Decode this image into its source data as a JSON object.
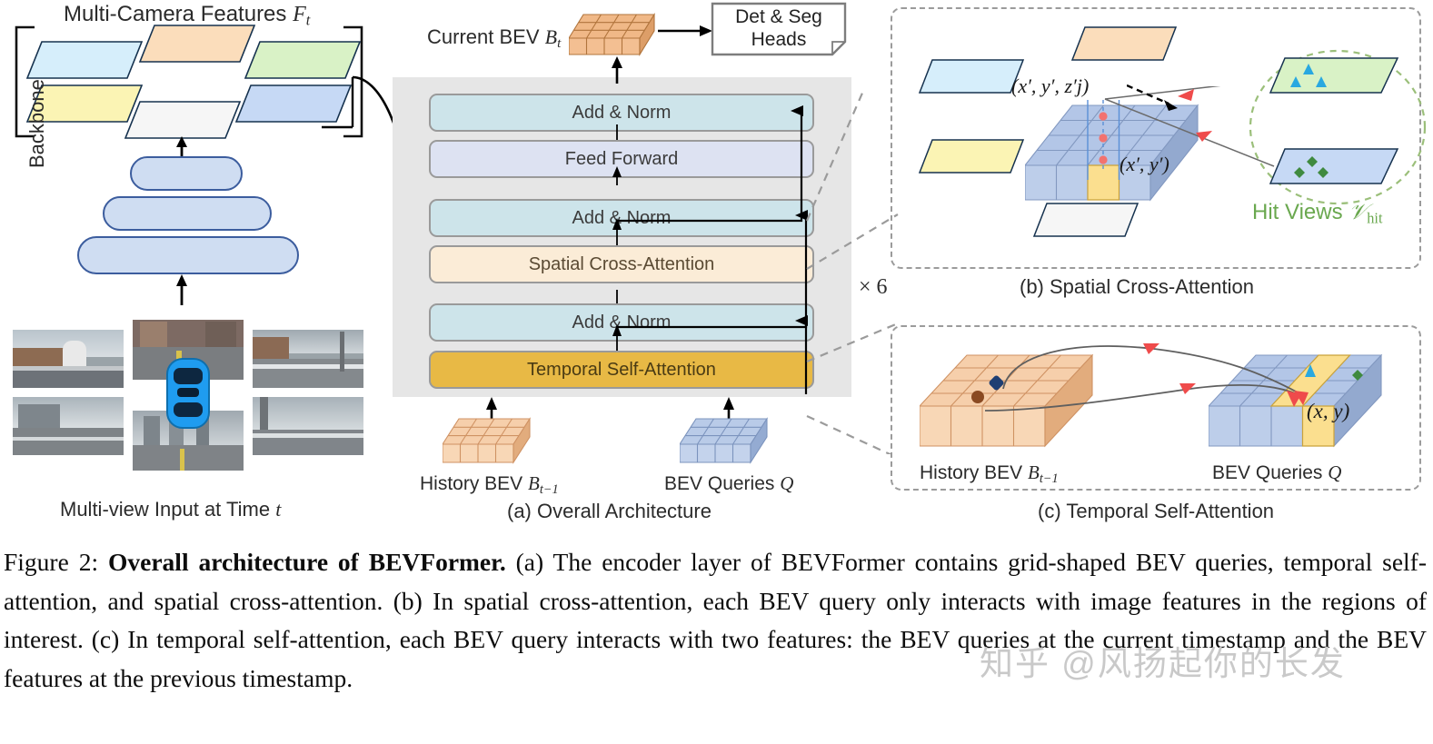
{
  "figure": {
    "number": "Figure 2:",
    "bold_title": "Overall architecture of BEVFormer.",
    "body": "(a) The encoder layer of BEVFormer contains grid-shaped BEV queries, temporal self-attention, and spatial cross-attention. (b) In spatial cross-attention, each BEV query only interacts with image features in the regions of interest. (c) In temporal self-attention, each BEV query interacts with two features: the BEV queries at the current timestamp and the BEV features at the previous timestamp.",
    "watermark": "知乎 @风扬起你的长发"
  },
  "left": {
    "features_title": "Multi-Camera Features",
    "features_symbol": "F",
    "features_symbol_sub": "t",
    "backbone_label": "Backbone",
    "multiview_caption": "Multi-view Input at Time",
    "multiview_caption_symbol": "t",
    "planes": [
      {
        "name": "plane-cyan",
        "fill": "#d6eefb"
      },
      {
        "name": "plane-orange",
        "fill": "#fbddbb"
      },
      {
        "name": "plane-green",
        "fill": "#d9f2c6"
      },
      {
        "name": "plane-yellow",
        "fill": "#fbf4b4"
      },
      {
        "name": "plane-white",
        "fill": "#f6f6f6"
      },
      {
        "name": "plane-blue",
        "fill": "#c6d9f5"
      }
    ]
  },
  "encoder": {
    "panel_caption": "(a) Overall Architecture",
    "repeat_label": "× 6",
    "blocks": [
      {
        "label": "Add & Norm",
        "color": "#cde4ea"
      },
      {
        "label": "Feed Forward",
        "color": "#dde2f2"
      },
      {
        "label": "Add & Norm",
        "color": "#cde4ea"
      },
      {
        "label": "Spatial Cross-Attention",
        "color": "#fbecd7"
      },
      {
        "label": "Add & Norm",
        "color": "#cde4ea"
      },
      {
        "label": "Temporal Self-Attention",
        "color": "#e8b945"
      }
    ],
    "current_bev_label": "Current BEV",
    "current_bev_symbol": "B",
    "current_bev_sub": "t",
    "heads_label_line1": "Det & Seg",
    "heads_label_line2": "Heads",
    "history_bev_label": "History BEV",
    "history_bev_symbol": "B",
    "history_bev_sub": "t−1",
    "bev_queries_label": "BEV Queries",
    "bev_queries_symbol": "Q"
  },
  "panel_b": {
    "caption": "(b) Spatial Cross-Attention",
    "ref_point_label": "(x′, y′, z′j)",
    "pillar_label": "(x′, y′)",
    "hit_views_label": "Hit Views",
    "hit_views_symbol": "𝒱",
    "hit_views_sub": "hit",
    "hit_views_color": "#6aa84f",
    "planes": [
      {
        "name": "plane-orange",
        "fill": "#fbddbb"
      },
      {
        "name": "plane-cyan",
        "fill": "#d6eefb"
      },
      {
        "name": "plane-yellow",
        "fill": "#fbf4b4"
      },
      {
        "name": "plane-white",
        "fill": "#f6f6f6"
      },
      {
        "name": "plane-green-hit",
        "fill": "#d9f2c6"
      },
      {
        "name": "plane-blue-hit",
        "fill": "#c6d9f5"
      }
    ]
  },
  "panel_c": {
    "caption": "(c) Temporal Self-Attention",
    "history_label": "History BEV",
    "history_symbol": "B",
    "history_sub": "t−1",
    "queries_label": "BEV Queries",
    "queries_symbol": "Q",
    "cell_label": "(x, y)"
  },
  "colors": {
    "panel_bg": "#e6e6e6",
    "bev_orange": "#f5c396",
    "bev_blue": "#b3c6e7",
    "highlight_yellow": "#fbdf8f",
    "arrow": "#000000",
    "dashed_border": "#9b9b9b"
  }
}
